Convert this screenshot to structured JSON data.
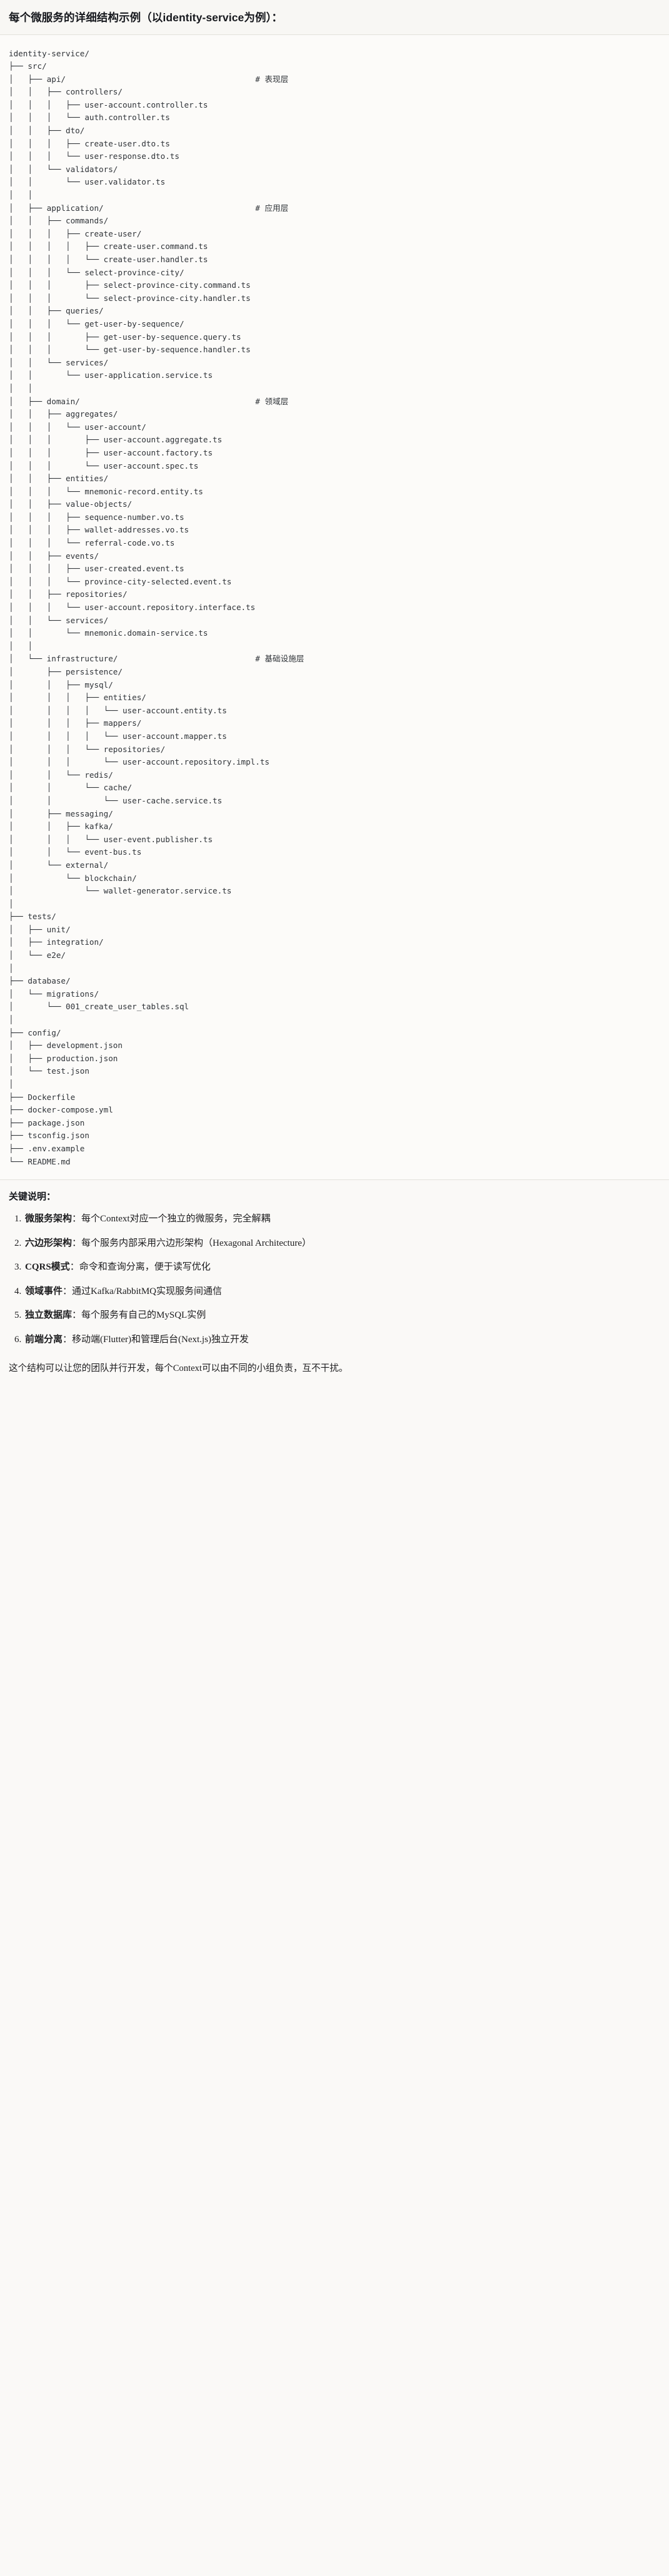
{
  "title": "每个微服务的详细结构示例（以identity-service为例）：",
  "tree": {
    "root_label": "identity-service/",
    "comment_column": 52,
    "lines": [
      {
        "text": "identity-service/",
        "comment": ""
      },
      {
        "text": "├── src/",
        "comment": ""
      },
      {
        "text": "│   ├── api/",
        "comment": "# 表现层"
      },
      {
        "text": "│   │   ├── controllers/",
        "comment": ""
      },
      {
        "text": "│   │   │   ├── user-account.controller.ts",
        "comment": ""
      },
      {
        "text": "│   │   │   └── auth.controller.ts",
        "comment": ""
      },
      {
        "text": "│   │   ├── dto/",
        "comment": ""
      },
      {
        "text": "│   │   │   ├── create-user.dto.ts",
        "comment": ""
      },
      {
        "text": "│   │   │   └── user-response.dto.ts",
        "comment": ""
      },
      {
        "text": "│   │   └── validators/",
        "comment": ""
      },
      {
        "text": "│   │       └── user.validator.ts",
        "comment": ""
      },
      {
        "text": "│   │",
        "comment": ""
      },
      {
        "text": "│   ├── application/",
        "comment": "# 应用层"
      },
      {
        "text": "│   │   ├── commands/",
        "comment": ""
      },
      {
        "text": "│   │   │   ├── create-user/",
        "comment": ""
      },
      {
        "text": "│   │   │   │   ├── create-user.command.ts",
        "comment": ""
      },
      {
        "text": "│   │   │   │   └── create-user.handler.ts",
        "comment": ""
      },
      {
        "text": "│   │   │   └── select-province-city/",
        "comment": ""
      },
      {
        "text": "│   │   │       ├── select-province-city.command.ts",
        "comment": ""
      },
      {
        "text": "│   │   │       └── select-province-city.handler.ts",
        "comment": ""
      },
      {
        "text": "│   │   ├── queries/",
        "comment": ""
      },
      {
        "text": "│   │   │   └── get-user-by-sequence/",
        "comment": ""
      },
      {
        "text": "│   │   │       ├── get-user-by-sequence.query.ts",
        "comment": ""
      },
      {
        "text": "│   │   │       └── get-user-by-sequence.handler.ts",
        "comment": ""
      },
      {
        "text": "│   │   └── services/",
        "comment": ""
      },
      {
        "text": "│   │       └── user-application.service.ts",
        "comment": ""
      },
      {
        "text": "│   │",
        "comment": ""
      },
      {
        "text": "│   ├── domain/",
        "comment": "# 领域层"
      },
      {
        "text": "│   │   ├── aggregates/",
        "comment": ""
      },
      {
        "text": "│   │   │   └── user-account/",
        "comment": ""
      },
      {
        "text": "│   │   │       ├── user-account.aggregate.ts",
        "comment": ""
      },
      {
        "text": "│   │   │       ├── user-account.factory.ts",
        "comment": ""
      },
      {
        "text": "│   │   │       └── user-account.spec.ts",
        "comment": ""
      },
      {
        "text": "│   │   ├── entities/",
        "comment": ""
      },
      {
        "text": "│   │   │   └── mnemonic-record.entity.ts",
        "comment": ""
      },
      {
        "text": "│   │   ├── value-objects/",
        "comment": ""
      },
      {
        "text": "│   │   │   ├── sequence-number.vo.ts",
        "comment": ""
      },
      {
        "text": "│   │   │   ├── wallet-addresses.vo.ts",
        "comment": ""
      },
      {
        "text": "│   │   │   └── referral-code.vo.ts",
        "comment": ""
      },
      {
        "text": "│   │   ├── events/",
        "comment": ""
      },
      {
        "text": "│   │   │   ├── user-created.event.ts",
        "comment": ""
      },
      {
        "text": "│   │   │   └── province-city-selected.event.ts",
        "comment": ""
      },
      {
        "text": "│   │   ├── repositories/",
        "comment": ""
      },
      {
        "text": "│   │   │   └── user-account.repository.interface.ts",
        "comment": ""
      },
      {
        "text": "│   │   └── services/",
        "comment": ""
      },
      {
        "text": "│   │       └── mnemonic.domain-service.ts",
        "comment": ""
      },
      {
        "text": "│   │",
        "comment": ""
      },
      {
        "text": "│   └── infrastructure/",
        "comment": "# 基础设施层"
      },
      {
        "text": "│       ├── persistence/",
        "comment": ""
      },
      {
        "text": "│       │   ├── mysql/",
        "comment": ""
      },
      {
        "text": "│       │   │   ├── entities/",
        "comment": ""
      },
      {
        "text": "│       │   │   │   └── user-account.entity.ts",
        "comment": ""
      },
      {
        "text": "│       │   │   ├── mappers/",
        "comment": ""
      },
      {
        "text": "│       │   │   │   └── user-account.mapper.ts",
        "comment": ""
      },
      {
        "text": "│       │   │   └── repositories/",
        "comment": ""
      },
      {
        "text": "│       │   │       └── user-account.repository.impl.ts",
        "comment": ""
      },
      {
        "text": "│       │   └── redis/",
        "comment": ""
      },
      {
        "text": "│       │       └── cache/",
        "comment": ""
      },
      {
        "text": "│       │           └── user-cache.service.ts",
        "comment": ""
      },
      {
        "text": "│       ├── messaging/",
        "comment": ""
      },
      {
        "text": "│       │   ├── kafka/",
        "comment": ""
      },
      {
        "text": "│       │   │   └── user-event.publisher.ts",
        "comment": ""
      },
      {
        "text": "│       │   └── event-bus.ts",
        "comment": ""
      },
      {
        "text": "│       └── external/",
        "comment": ""
      },
      {
        "text": "│           └── blockchain/",
        "comment": ""
      },
      {
        "text": "│               └── wallet-generator.service.ts",
        "comment": ""
      },
      {
        "text": "│",
        "comment": ""
      },
      {
        "text": "├── tests/",
        "comment": ""
      },
      {
        "text": "│   ├── unit/",
        "comment": ""
      },
      {
        "text": "│   ├── integration/",
        "comment": ""
      },
      {
        "text": "│   └── e2e/",
        "comment": ""
      },
      {
        "text": "│",
        "comment": ""
      },
      {
        "text": "├── database/",
        "comment": ""
      },
      {
        "text": "│   └── migrations/",
        "comment": ""
      },
      {
        "text": "│       └── 001_create_user_tables.sql",
        "comment": ""
      },
      {
        "text": "│",
        "comment": ""
      },
      {
        "text": "├── config/",
        "comment": ""
      },
      {
        "text": "│   ├── development.json",
        "comment": ""
      },
      {
        "text": "│   ├── production.json",
        "comment": ""
      },
      {
        "text": "│   └── test.json",
        "comment": ""
      },
      {
        "text": "│",
        "comment": ""
      },
      {
        "text": "├── Dockerfile",
        "comment": ""
      },
      {
        "text": "├── docker-compose.yml",
        "comment": ""
      },
      {
        "text": "├── package.json",
        "comment": ""
      },
      {
        "text": "├── tsconfig.json",
        "comment": ""
      },
      {
        "text": "├── .env.example",
        "comment": ""
      },
      {
        "text": "└── README.md",
        "comment": ""
      }
    ]
  },
  "notes": {
    "heading": "关键说明：",
    "items": [
      {
        "term": "微服务架构",
        "desc": "：每个Context对应一个独立的微服务，完全解耦"
      },
      {
        "term": "六边形架构",
        "desc": "：每个服务内部采用六边形架构（Hexagonal Architecture）"
      },
      {
        "term": "CQRS模式",
        "desc": "：命令和查询分离，便于读写优化"
      },
      {
        "term": "领域事件",
        "desc": "：通过Kafka/RabbitMQ实现服务间通信"
      },
      {
        "term": "独立数据库",
        "desc": "：每个服务有自己的MySQL实例"
      },
      {
        "term": "前端分离",
        "desc": "：移动端(Flutter)和管理后台(Next.js)独立开发"
      }
    ]
  },
  "closing": "这个结构可以让您的团队并行开发，每个Context可以由不同的小组负责，互不干扰。",
  "colors": {
    "background": "#faf9f7",
    "code_background": "#fcfbf9",
    "text": "#1d1d1f",
    "code_text": "#2f3338",
    "rule": "#e3e1db"
  }
}
